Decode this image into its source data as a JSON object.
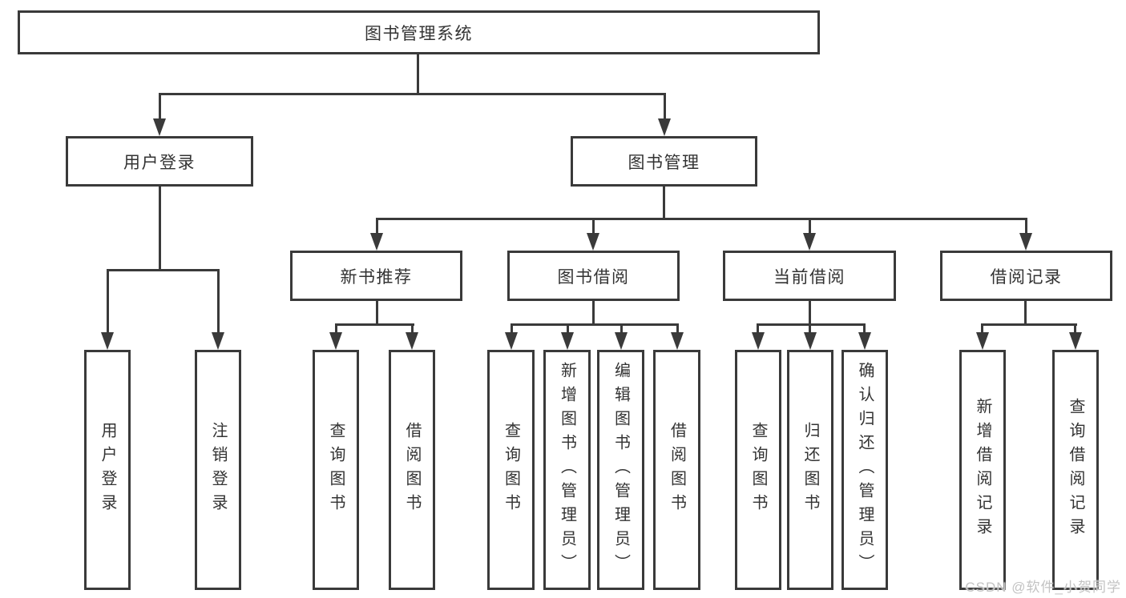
{
  "diagram_title": "图书管理系统",
  "tree": {
    "label": "图书管理系统",
    "children": [
      {
        "label": "用户登录",
        "children": [
          {
            "label": "用户登录"
          },
          {
            "label": "注销登录"
          }
        ]
      },
      {
        "label": "图书管理",
        "children": [
          {
            "label": "新书推荐",
            "children": [
              {
                "label": "查询图书"
              },
              {
                "label": "借阅图书"
              }
            ]
          },
          {
            "label": "图书借阅",
            "children": [
              {
                "label": "查询图书"
              },
              {
                "label": "新增图书（管理员）"
              },
              {
                "label": "编辑图书（管理员）"
              },
              {
                "label": "借阅图书"
              }
            ]
          },
          {
            "label": "当前借阅",
            "children": [
              {
                "label": "查询图书"
              },
              {
                "label": "归还图书"
              },
              {
                "label": "确认归还（管理员）"
              }
            ]
          },
          {
            "label": "借阅记录",
            "children": [
              {
                "label": "新增借阅记录"
              },
              {
                "label": "查询借阅记录"
              }
            ]
          }
        ]
      }
    ]
  },
  "watermark": {
    "text": "CSDN @软件_小贺同学"
  },
  "colors": {
    "line": "#3a3a3a",
    "text": "#333333",
    "background": "#ffffff",
    "watermark": "#c3c3c3"
  }
}
